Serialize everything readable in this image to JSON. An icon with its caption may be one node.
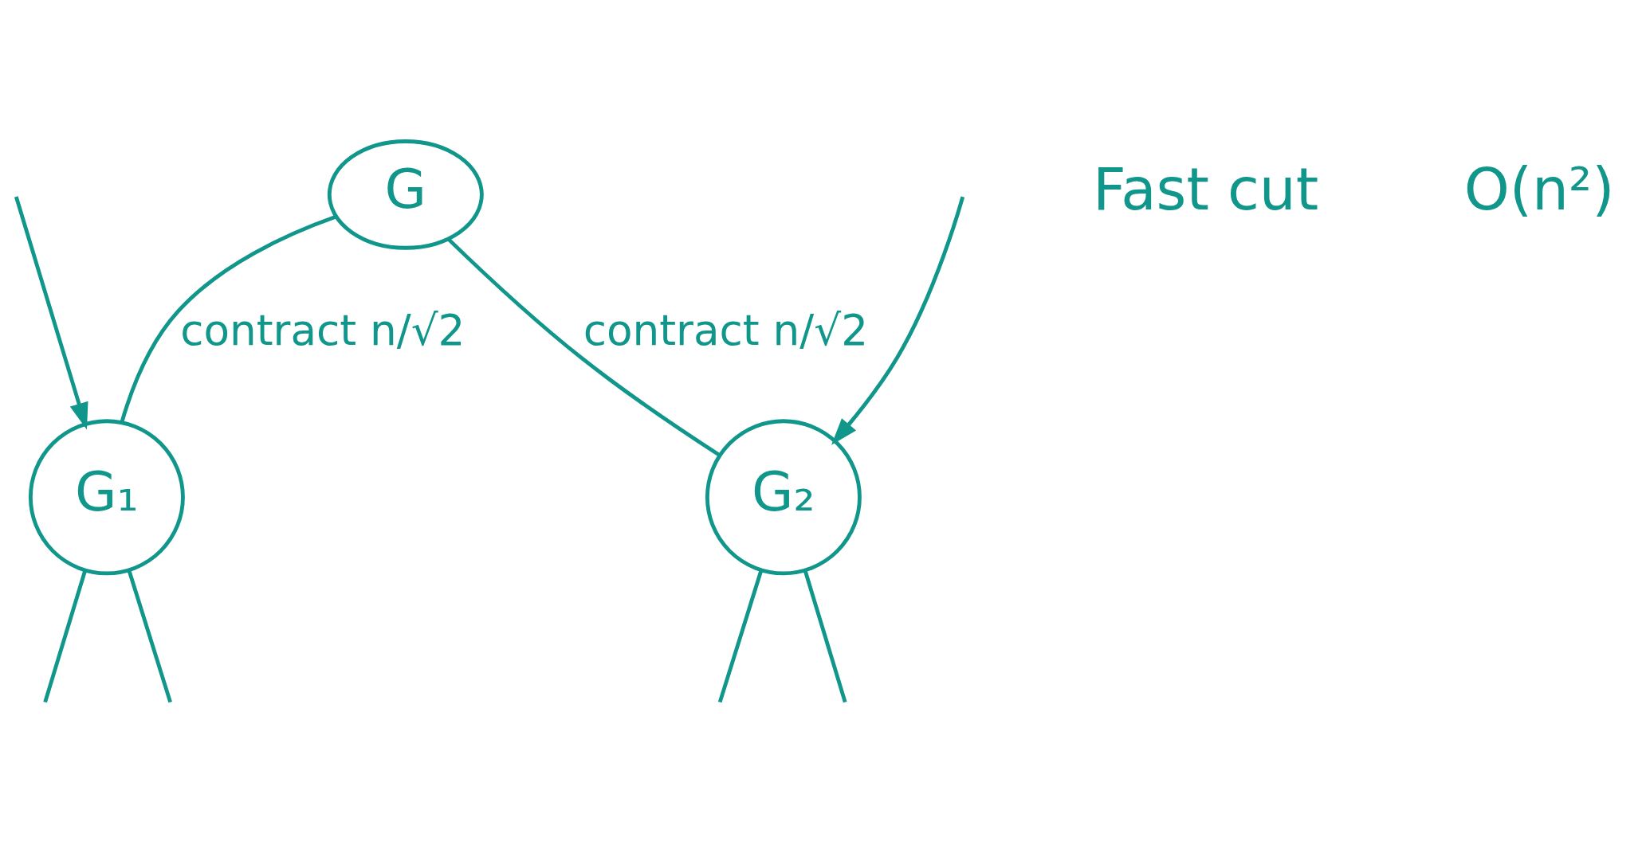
{
  "diagram": {
    "nodes": [
      {
        "text": [
          "G"
        ]
      },
      {
        "text": [
          "G₁"
        ]
      },
      {
        "text": [
          "G₂"
        ]
      }
    ],
    "edges": [
      {
        "from": 0,
        "to": 1,
        "arrow": "none",
        "label": "contract n/√2"
      },
      {
        "from": 0,
        "to": 2,
        "arrow": "none",
        "label": "contract n/√2"
      },
      {
        "from": null,
        "to": 1,
        "arrow": "to"
      },
      {
        "from": null,
        "to": 2,
        "arrow": "to"
      },
      {
        "from": 1,
        "to": null,
        "arrow": "none"
      },
      {
        "from": 1,
        "to": null,
        "arrow": "none"
      },
      {
        "from": 2,
        "to": null,
        "arrow": "none"
      },
      {
        "from": 2,
        "to": null,
        "arrow": "none"
      }
    ],
    "labels": [
      "Fast cut",
      "O(n²)"
    ]
  }
}
